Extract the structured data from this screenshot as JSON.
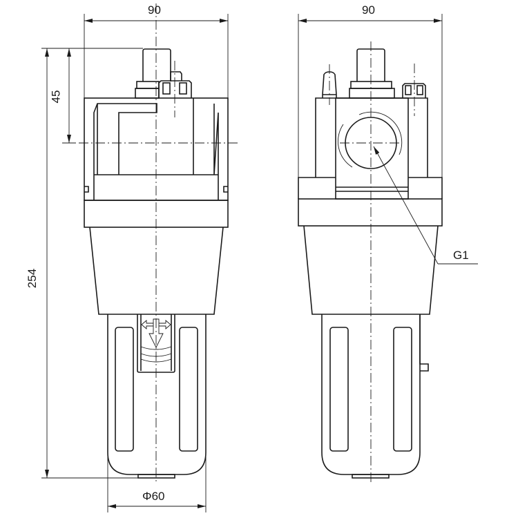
{
  "title": "Oil lubricator dimensional drawing",
  "dimensions": {
    "front_width": "90",
    "side_width": "90",
    "top_to_port_center": "45",
    "overall_height": "254",
    "bowl_diameter": "Φ60",
    "port_thread": "G1"
  },
  "colors": {
    "line": "#1a1a1a",
    "background": "#ffffff"
  }
}
